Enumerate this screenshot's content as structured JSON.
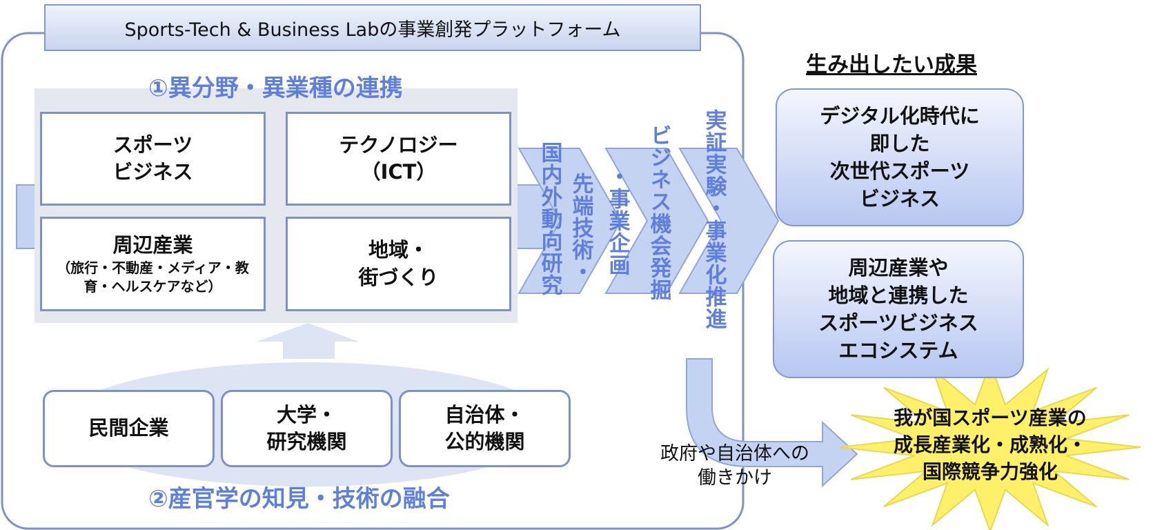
{
  "platform_title": "Sports-Tech & Business Labの事業創発プラットフォーム",
  "section1_title": "①異分野・異業種の連携",
  "section2_title": "②産官学の知見・技術の融合",
  "domains": [
    {
      "lines": [
        "スポーツ",
        "ビジネス"
      ]
    },
    {
      "lines": [
        "テクノロジー",
        "（ICT）"
      ]
    },
    {
      "lines": [
        "周辺産業"
      ],
      "sub_lines": [
        "（旅行・不動産・メディア・教",
        "育・ヘルスケアなど）"
      ]
    },
    {
      "lines": [
        "地域・",
        "街づくり"
      ]
    }
  ],
  "actors": [
    {
      "lines": [
        "民間企業"
      ]
    },
    {
      "lines": [
        "大学・",
        "研究機関"
      ]
    },
    {
      "lines": [
        "自治体・",
        "公的機関"
      ]
    }
  ],
  "steps": [
    "国内外動向研究",
    "先端技術・",
    "・事業企画",
    "ビジネス機会発掘",
    "実証実験・事業化推進"
  ],
  "outcomes_title": "生み出したい成果",
  "outcomes": [
    {
      "lines": [
        "デジタル化時代に",
        "即した",
        "次世代スポーツ",
        "ビジネス"
      ]
    },
    {
      "lines": [
        "周辺産業や",
        "地域と連携した",
        "スポーツビジネス",
        "エコシステム"
      ]
    }
  ],
  "government": {
    "lines": [
      "政府や自治体への",
      "働きかけ"
    ]
  },
  "final_outcome": {
    "lines": [
      "我が国スポーツ産業の",
      "成長産業化・成熟化・",
      "国際競争力強化"
    ]
  },
  "colors": {
    "accent_text": "#5f7fdc",
    "border": "#7d91c4",
    "arrow_fill": "#c5d3f3",
    "arrow_stroke": "#8fa6dc",
    "panel_fill": "#e5e8ef",
    "star_fill": "#fff06a",
    "star_stroke": "#e8d84c"
  }
}
